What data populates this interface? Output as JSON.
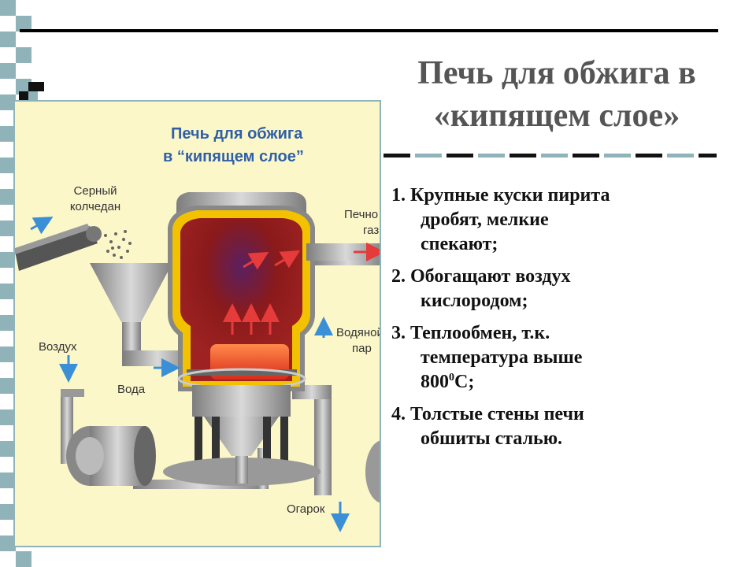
{
  "slide": {
    "title_line1": "Печь для обжига в",
    "title_line2": "«кипящем слое»"
  },
  "figure": {
    "caption_line1": "Печь для обжига",
    "caption_line2": "в “кипящем слое”",
    "labels": {
      "pyrite_line1": "Серный",
      "pyrite_line2": "колчедан",
      "gas_line1": "Печно",
      "gas_line2": "газ",
      "steam_line1": "Водяной",
      "steam_line2": "пар",
      "air": "Воздух",
      "water": "Вода",
      "cinder": "Огарок"
    }
  },
  "points": [
    {
      "first": "1. Крупные куски пирита",
      "rest": [
        "дробят, мелкие",
        "спекают;"
      ]
    },
    {
      "first": "2.  Обогащают воздух",
      "rest": [
        "кислородом;"
      ]
    },
    {
      "first": "3.  Теплообмен, т.к.",
      "rest": [
        "температура выше"
      ],
      "temp_value": "800",
      "temp_sup": "0",
      "temp_unit": "С;"
    },
    {
      "first": "4. Толстые стены печи",
      "rest": [
        "обшиты сталью."
      ]
    }
  ],
  "colors": {
    "strip": "#8fb3b8",
    "figure_bg": "#fbf7c9",
    "label_blue": "#2f5fa8",
    "arrow_blue": "#3a8fd6",
    "furnace_red": "#8b1a1a",
    "furnace_yellow": "#f2c200",
    "steel": "#a8a8a8",
    "title_gray": "#555555"
  }
}
